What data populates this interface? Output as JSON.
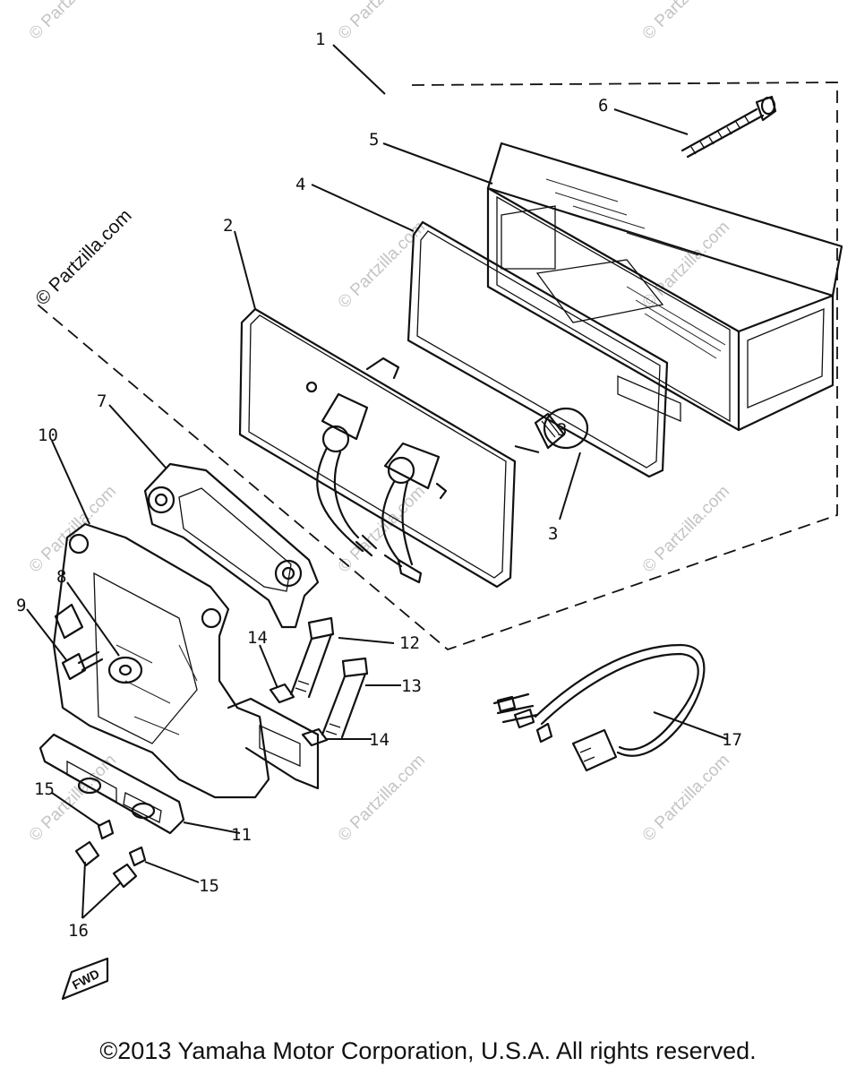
{
  "watermark": "© Partzilla.com",
  "copyright": "©2013 Yamaha Motor Corporation, U.S.A. All rights reserved.",
  "fwd_label": "FWD",
  "callouts": {
    "c1": "1",
    "c2": "2",
    "c3a": "3",
    "c3b": "3",
    "c4": "4",
    "c5": "5",
    "c6": "6",
    "c7": "7",
    "c8": "8",
    "c9": "9",
    "c10": "10",
    "c11": "11",
    "c12": "12",
    "c13": "13",
    "c14a": "14",
    "c14b": "14",
    "c15a": "15",
    "c15b": "15",
    "c16": "16",
    "c17": "17"
  }
}
